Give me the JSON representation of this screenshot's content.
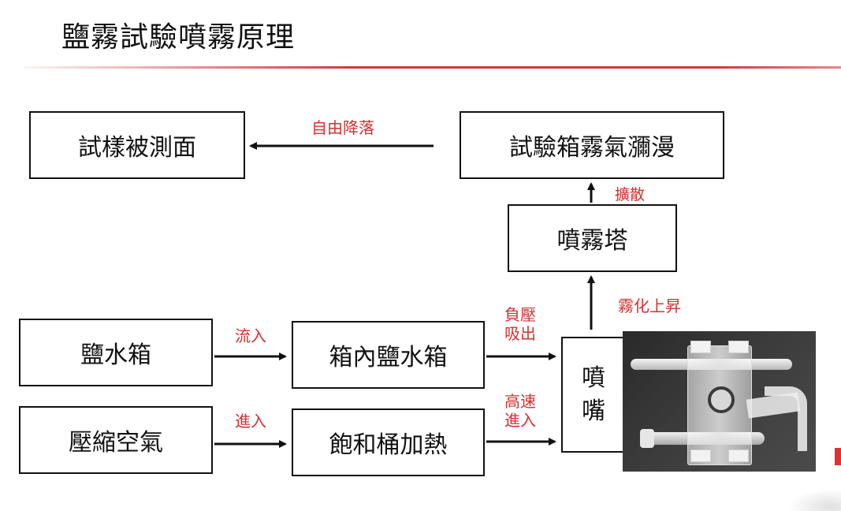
{
  "title": "鹽霧試驗噴霧原理",
  "boxes": {
    "specimen": "試樣被測面",
    "chamber": "試驗箱霧氣瀰漫",
    "tower": "噴霧塔",
    "brine_tank": "鹽水箱",
    "inner_brine_tank": "箱內鹽水箱",
    "compressed_air": "壓縮空氣",
    "saturation_heat": "飽和桶加熱",
    "nozzle_line1": "噴",
    "nozzle_line2": "嘴"
  },
  "labels": {
    "free_fall": "自由降落",
    "diffuse": "擴散",
    "atomize_rise": "霧化上昇",
    "inflow": "流入",
    "enter": "進入",
    "neg_pressure_1": "負壓",
    "neg_pressure_2": "吸出",
    "high_speed_1": "高速",
    "high_speed_2": "進入"
  },
  "colors": {
    "label_red": "#d23232",
    "box_border": "#111111",
    "divider": "#d23a3a"
  }
}
